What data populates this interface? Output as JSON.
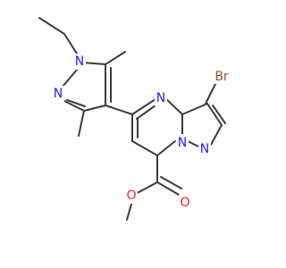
{
  "molecule": {
    "atoms": [
      {
        "id": "Br",
        "label": "Br",
        "color": "#a0522d"
      },
      {
        "id": "N_pyr",
        "label": "N",
        "color": "#2020ff"
      },
      {
        "id": "N_bridge",
        "label": "N",
        "color": "#2020ff"
      },
      {
        "id": "N_pz",
        "label": "N",
        "color": "#2020ff"
      },
      {
        "id": "N_ethyl",
        "label": "N",
        "color": "#2020ff"
      },
      {
        "id": "N_left",
        "label": "N",
        "color": "#2020ff"
      },
      {
        "id": "O_carbonyl",
        "label": "O",
        "color": "#ff2020"
      },
      {
        "id": "O_ester",
        "label": "O",
        "color": "#ff2020"
      }
    ],
    "bond_color": "#3b3b3b"
  }
}
